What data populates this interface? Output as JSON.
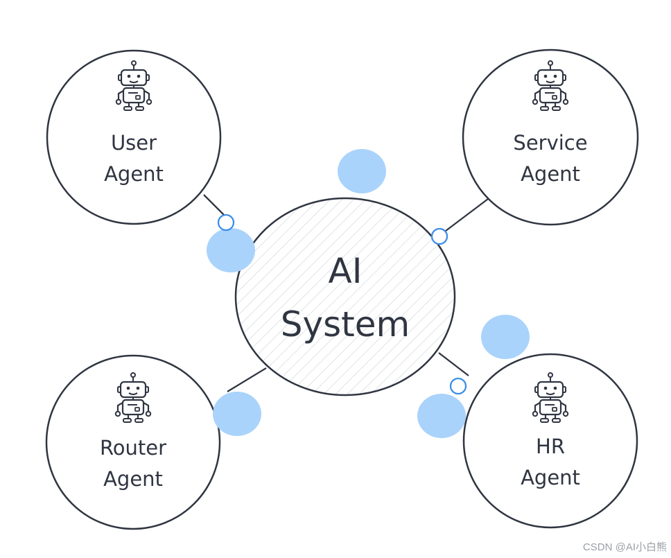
{
  "center": {
    "line1": "AI",
    "line2": "System"
  },
  "agents": [
    {
      "line1": "User",
      "line2": "Agent",
      "icon": "robot-icon"
    },
    {
      "line1": "Service",
      "line2": "Agent",
      "icon": "robot-icon"
    },
    {
      "line1": "Router",
      "line2": "Agent",
      "icon": "robot-icon"
    },
    {
      "line1": "HR",
      "line2": "Agent",
      "icon": "robot-icon"
    }
  ],
  "colors": {
    "outline": "#2f3541",
    "bubble_fill": "#a9d3fb",
    "port_stroke": "#3b8ee8",
    "hatch": "#d5d9de"
  },
  "watermark": "CSDN @AI小白熊"
}
